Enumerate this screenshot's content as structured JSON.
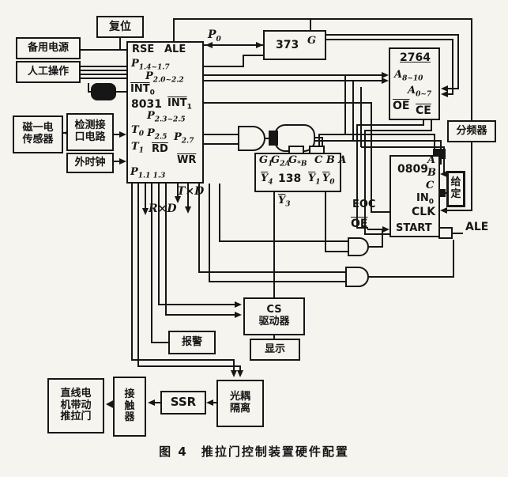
{
  "caption": "图 4　推拉门控制装置硬件配置",
  "boxes": {
    "reset": "复位",
    "backup_power": "备用电源",
    "manual_operation": "人工操作",
    "sensor": [
      "磁一电",
      "传感器"
    ],
    "detect_interface": [
      "检测接",
      "口电路"
    ],
    "external_clock": "外时钟",
    "frequency_divider": "分频器",
    "setpoint": [
      "给",
      "定"
    ],
    "cs_driver": [
      "CS",
      "驱动器"
    ],
    "alarm": "报警",
    "display": "显示",
    "motor_door": [
      "直线电",
      "机带动",
      "推拉门"
    ],
    "contactor": [
      "接",
      "触",
      "器"
    ],
    "ssr": "SSR",
    "opto_isolation": [
      "光耦",
      "隔离"
    ]
  },
  "mcu": {
    "rse": "RSE",
    "ale": "ALE",
    "p14": {
      "b": "P",
      "s": "1.4~1.7"
    },
    "p20": {
      "b": "P",
      "s": "2.0~2.2"
    },
    "int0": {
      "b": "INT",
      "s": "0"
    },
    "model": "8031",
    "int1": {
      "b": "INT",
      "s": "1"
    },
    "p23": {
      "b": "P",
      "s": "2.3~2.5"
    },
    "t0": {
      "b": "T",
      "s": "0"
    },
    "p25": {
      "b": "P",
      "s": "2.5"
    },
    "p27": {
      "b": "P",
      "s": "2.7"
    },
    "t1": {
      "b": "T",
      "s": "1"
    },
    "rd": "RD",
    "wr": "WR",
    "p11": {
      "b": "P",
      "s": "1.1  1.3"
    }
  },
  "latch": {
    "model": "373",
    "g": "G"
  },
  "eprom": {
    "model": "2764",
    "a_hi": {
      "b": "A",
      "s": "8~10"
    },
    "a_lo": {
      "b": "A",
      "s": "0~7"
    },
    "oe": "OE",
    "ce": "CE"
  },
  "decoder": {
    "g1": {
      "b": "G",
      "s": "1"
    },
    "g2a": {
      "b": "G",
      "s": "2A"
    },
    "g2b": {
      "b": "G",
      "s": "*B"
    },
    "cba": "C B A",
    "y4": {
      "b": "Y",
      "s": "4"
    },
    "model": "138",
    "y1": {
      "b": "Y",
      "s": "1"
    },
    "y0": {
      "b": "Y",
      "s": "0"
    },
    "y3": {
      "b": "Y",
      "s": "3"
    }
  },
  "adc": {
    "model": "0809",
    "a": "A",
    "b": "B",
    "c": "C",
    "in0": {
      "b": "IN",
      "s": "0"
    },
    "clk": "CLK",
    "start": "START",
    "eoc": "EOC",
    "oe": "OE",
    "ale": "ALE"
  },
  "labels": {
    "p0": {
      "b": "P",
      "s": "0"
    },
    "txd": "T×D",
    "rxd": "R×D"
  }
}
